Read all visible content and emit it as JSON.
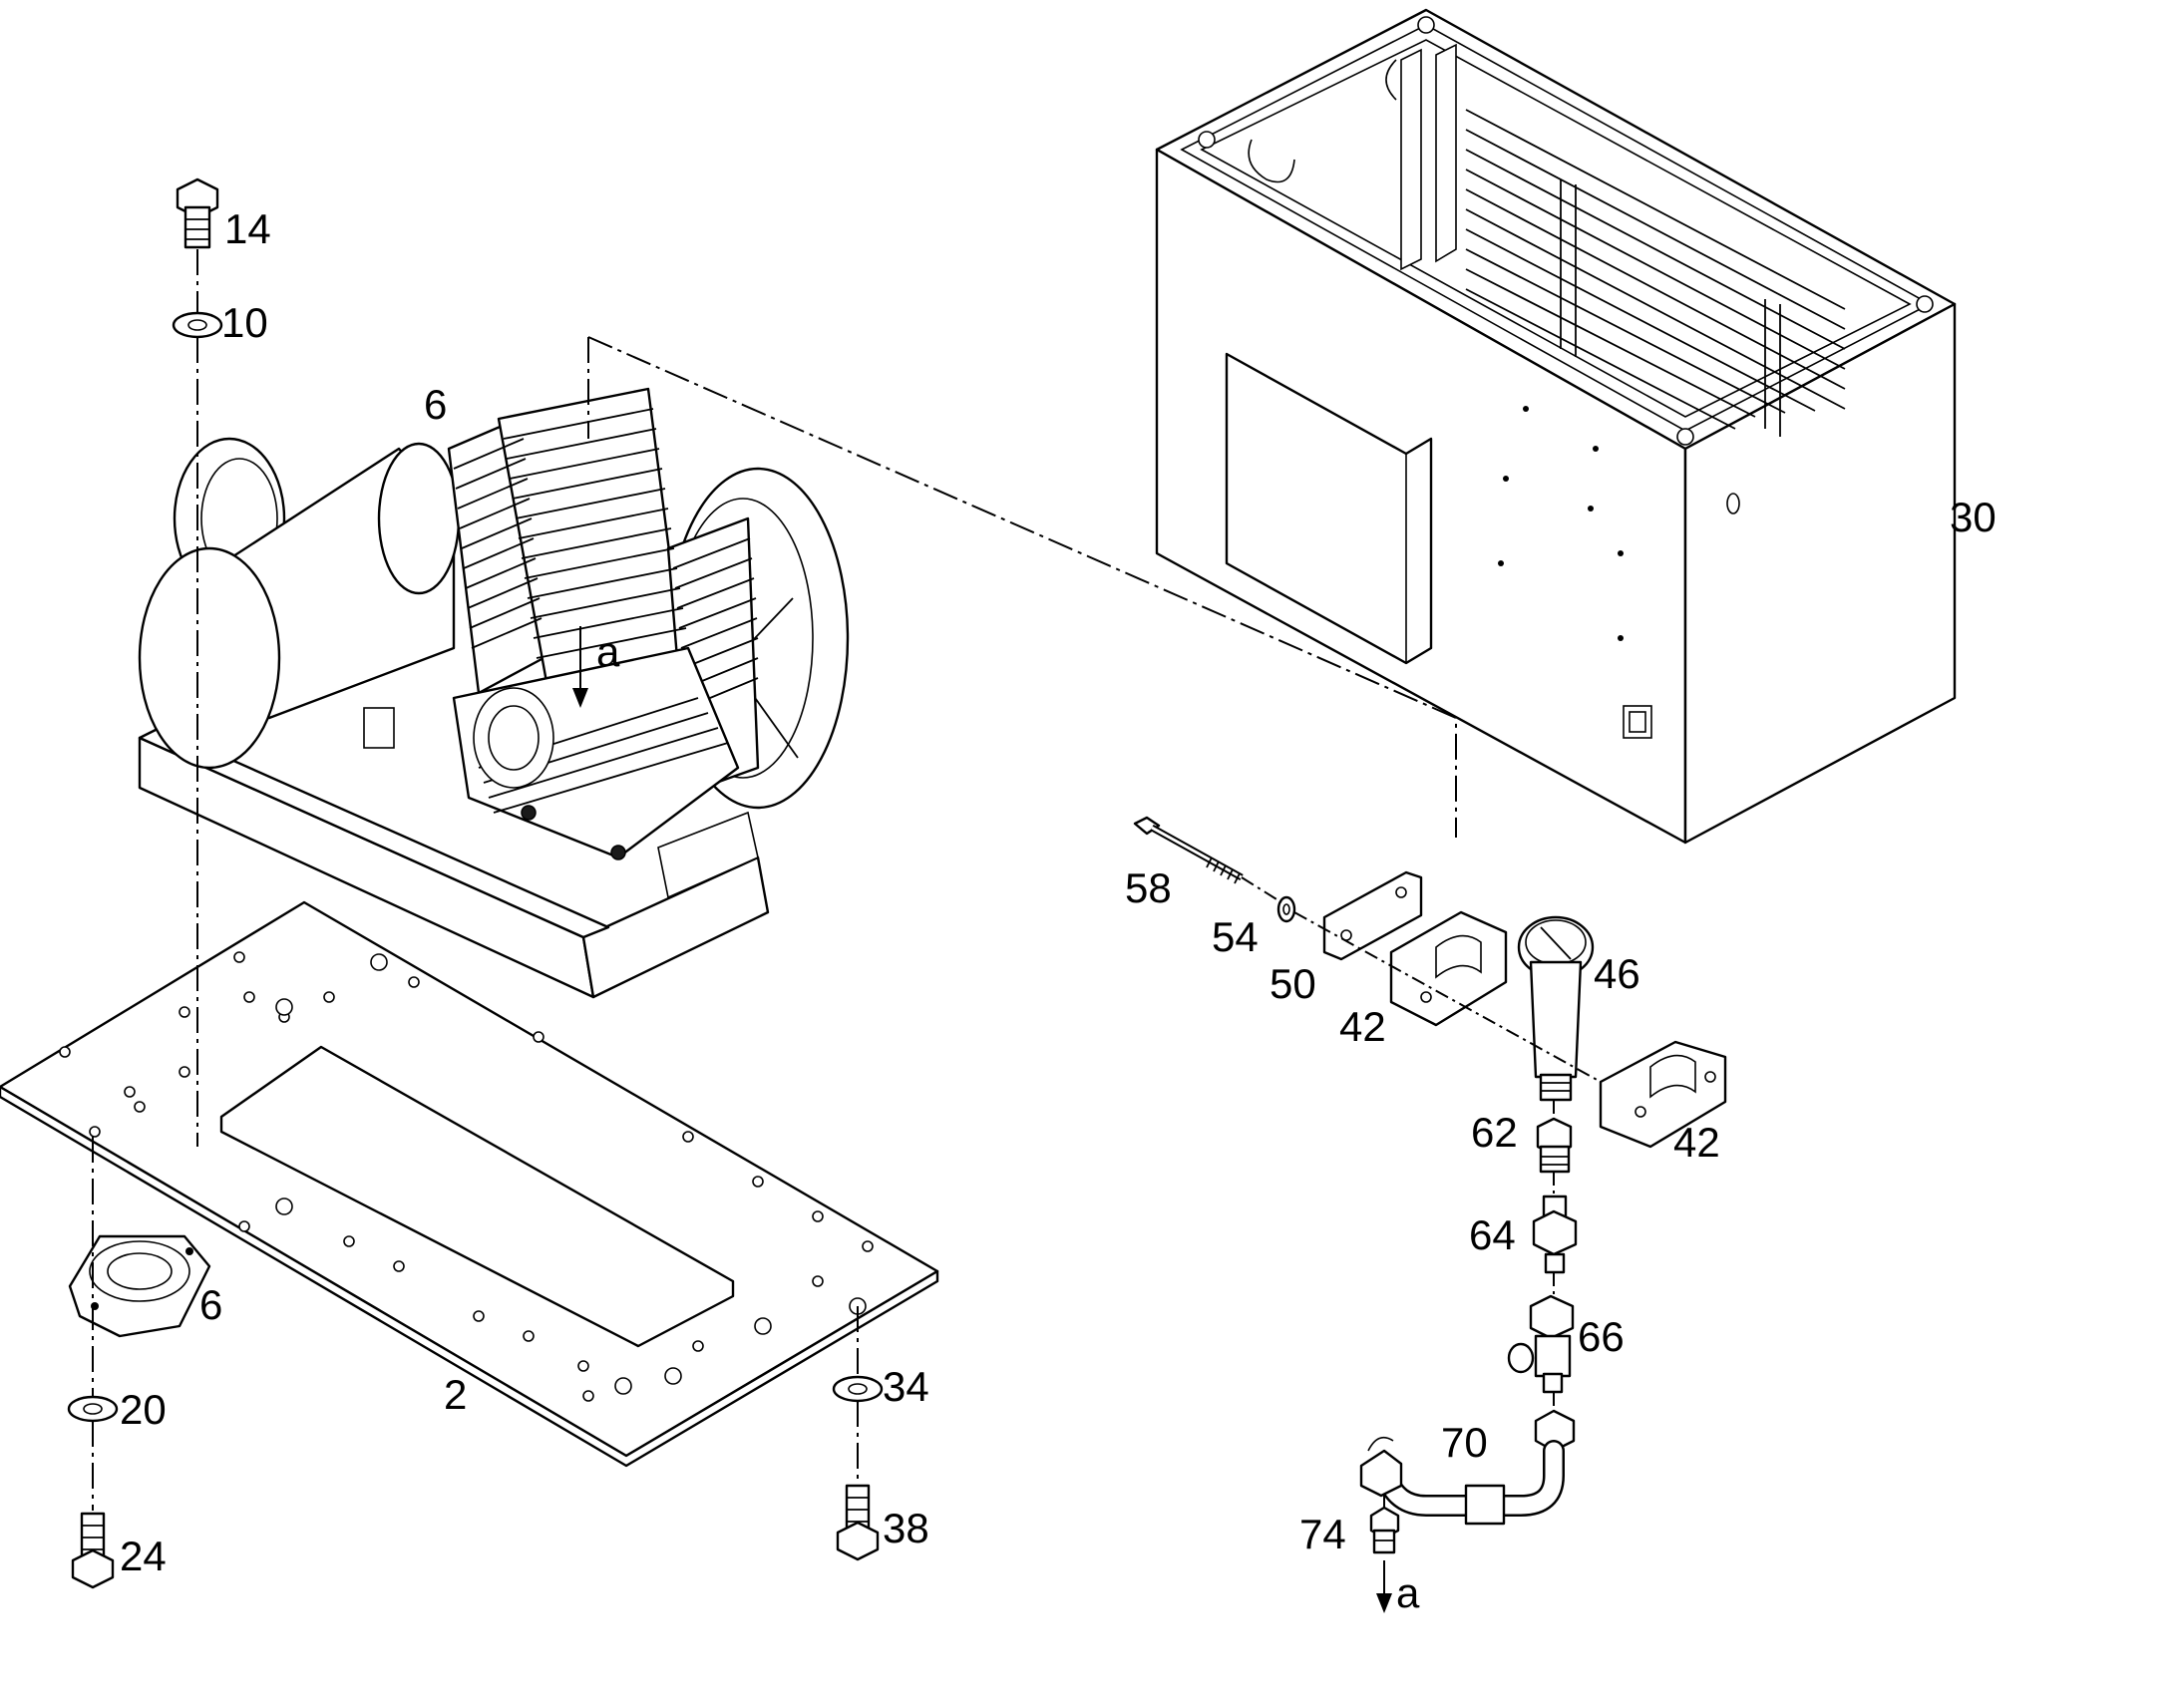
{
  "diagram": {
    "callouts": {
      "p14": "14",
      "p10": "10",
      "p6_top": "6",
      "pa_top": "a",
      "p30": "30",
      "p58": "58",
      "p54": "54",
      "p50": "50",
      "p42_left": "42",
      "p46": "46",
      "p42_right": "42",
      "p62": "62",
      "p64": "64",
      "p66": "66",
      "p70": "70",
      "p74": "74",
      "pa_bottom": "a",
      "p6_bottom": "6",
      "p2": "2",
      "p34": "34",
      "p20": "20",
      "p38": "38",
      "p24": "24"
    }
  }
}
